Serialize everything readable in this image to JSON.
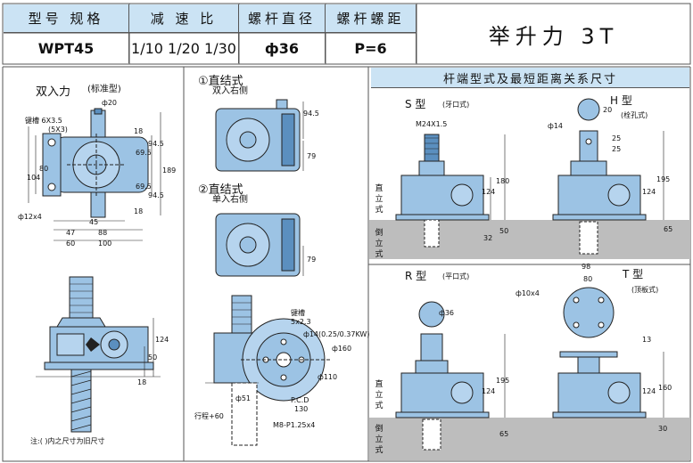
{
  "header": {
    "labels": [
      "型号 规格",
      "减 速 比",
      "螺杆直径",
      "螺杆螺距"
    ],
    "values": [
      "WPT45",
      "1/10 1/20 1/30",
      "ф36",
      "P=6"
    ],
    "lift_title": "举升力 3T"
  },
  "left": {
    "title": "双入力",
    "title_note": "(标准型)",
    "keyway": "键槽 6X3.5",
    "keyway_old": "(5X3)",
    "phi20": "ф20",
    "phi12x4": "ф12x4",
    "dims": {
      "d80": "80",
      "d104": "104",
      "d18a": "18",
      "d69_5a": "69.5",
      "d94_5a": "94.5",
      "d189": "189",
      "d69_5b": "69.5",
      "d94_5b": "94.5",
      "d18b": "18",
      "d47": "47",
      "d88": "88",
      "d45": "45",
      "d60": "60",
      "d100": "100",
      "d124": "124",
      "d50": "50",
      "d18c": "18"
    },
    "note": "注:( )内之尺寸为旧尺寸"
  },
  "middle": {
    "title1": "①直结式",
    "sub1": "双入右侧",
    "d94_5": "94.5",
    "d79a": "79",
    "title2": "②直结式",
    "sub2": "单入右侧",
    "d79b": "79",
    "keyway": "键槽",
    "keyway_size": "5x2.3",
    "phi14": "ф14(0.25/0.37KW)",
    "phi160": "ф160",
    "phi110": "ф110",
    "pcd": "P.C.D",
    "pcd_val": "130",
    "bolt": "M8-P1.25x4",
    "phi51": "ф51",
    "stroke": "行程+60"
  },
  "right": {
    "section_title": "杆端型式及最短距离关系尺寸",
    "s_type": "S 型",
    "s_note": "(牙口式)",
    "h_type": "H 型",
    "h_note": "(栓孔式)",
    "r_type": "R 型",
    "r_note": "(平口式)",
    "t_type": "T 型",
    "t_note": "(顶板式)",
    "upright": "直立式",
    "inverted": "倒立式",
    "s": {
      "thread": "M24X1.5",
      "d180": "180",
      "d124": "124",
      "d32": "32",
      "d50": "50"
    },
    "h": {
      "phi14": "ф14",
      "d20": "20",
      "d25a": "25",
      "d25b": "25",
      "d195": "195",
      "d124": "124",
      "d65": "65"
    },
    "r": {
      "phi36": "ф36",
      "d195": "195",
      "d124": "124",
      "d65": "65"
    },
    "t": {
      "phi10x4": "ф10x4",
      "d98": "98",
      "d80": "80",
      "d13": "13",
      "d124": "124",
      "d160": "160",
      "d30": "30"
    }
  },
  "colors": {
    "header_fill": "#cbe3f4",
    "gear_body": "#9cc3e4",
    "gear_dark": "#5b8fbf",
    "ground": "#bdbdbd",
    "line": "#222222"
  }
}
